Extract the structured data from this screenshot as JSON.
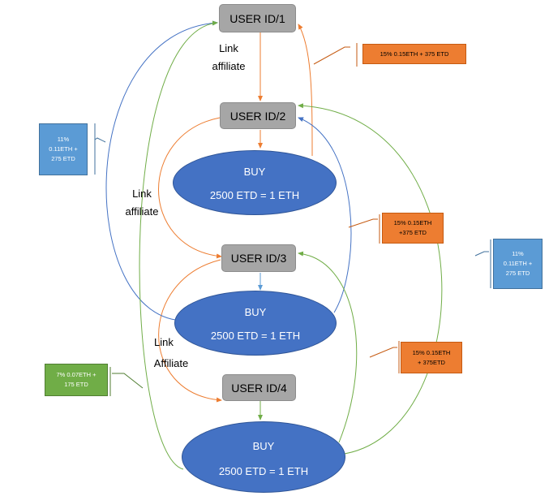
{
  "users": {
    "u1": "USER ID/1",
    "u2": "USER ID/2",
    "u3": "USER ID/3",
    "u4": "USER ID/4"
  },
  "buy": {
    "label": "BUY",
    "rate": "2500 ETD = 1 ETH"
  },
  "links": {
    "l1": [
      "Link",
      "affiliate"
    ],
    "l2": [
      "Link",
      "affiliate"
    ],
    "l3": [
      "Link",
      "Affiliate"
    ]
  },
  "notes": {
    "orange_top": "15%  0.15ETH + 375 ETD",
    "orange_mid": [
      "15%  0.15ETH",
      "+375 ETD"
    ],
    "orange_low": [
      "15%  0.15ETH",
      "+ 375ETD"
    ],
    "blue_left": [
      "11%",
      "0.11ETH +",
      "275 ETD"
    ],
    "blue_right": [
      "11%",
      "0.11ETH +",
      "275 ETD"
    ],
    "green_left": [
      "7%  0.07ETH +",
      "175 ETD"
    ]
  },
  "colors": {
    "orange": "#ed7d31",
    "blue": "#4472c4",
    "green": "#70ad47",
    "grey": "#a6a6a6"
  }
}
